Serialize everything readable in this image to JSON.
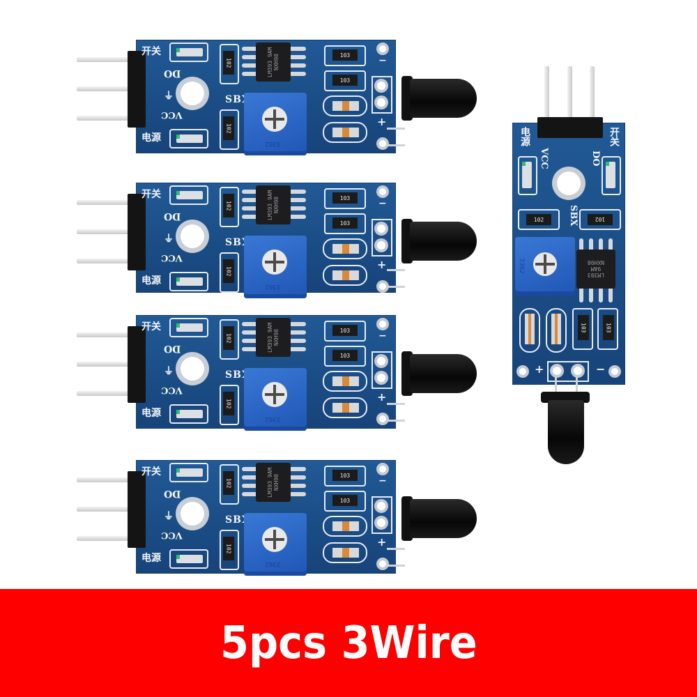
{
  "product": {
    "banner_text": "5pcs 3Wire",
    "banner_color": "#fe0000",
    "pcb_color": "#1c4f86",
    "quantity": 5,
    "wire_count": 3
  },
  "module_labels": {
    "silkscreen_brand": "SBX",
    "pin_do": "DO",
    "pin_gnd": "⏚",
    "pin_vcc": "VCC",
    "pin_plus": "+",
    "pin_minus": "−",
    "chinese_switch": "开关",
    "chinese_power": "电源",
    "ic_text": "LM393\n9AM\nNXH98",
    "resistor_102": "102",
    "resistor_103": "103",
    "pot_code": "3362"
  },
  "boards": [
    {
      "id": "board-1",
      "orientation": "horizontal"
    },
    {
      "id": "board-2",
      "orientation": "horizontal"
    },
    {
      "id": "board-3",
      "orientation": "horizontal"
    },
    {
      "id": "board-4",
      "orientation": "horizontal"
    },
    {
      "id": "board-5",
      "orientation": "vertical"
    }
  ]
}
